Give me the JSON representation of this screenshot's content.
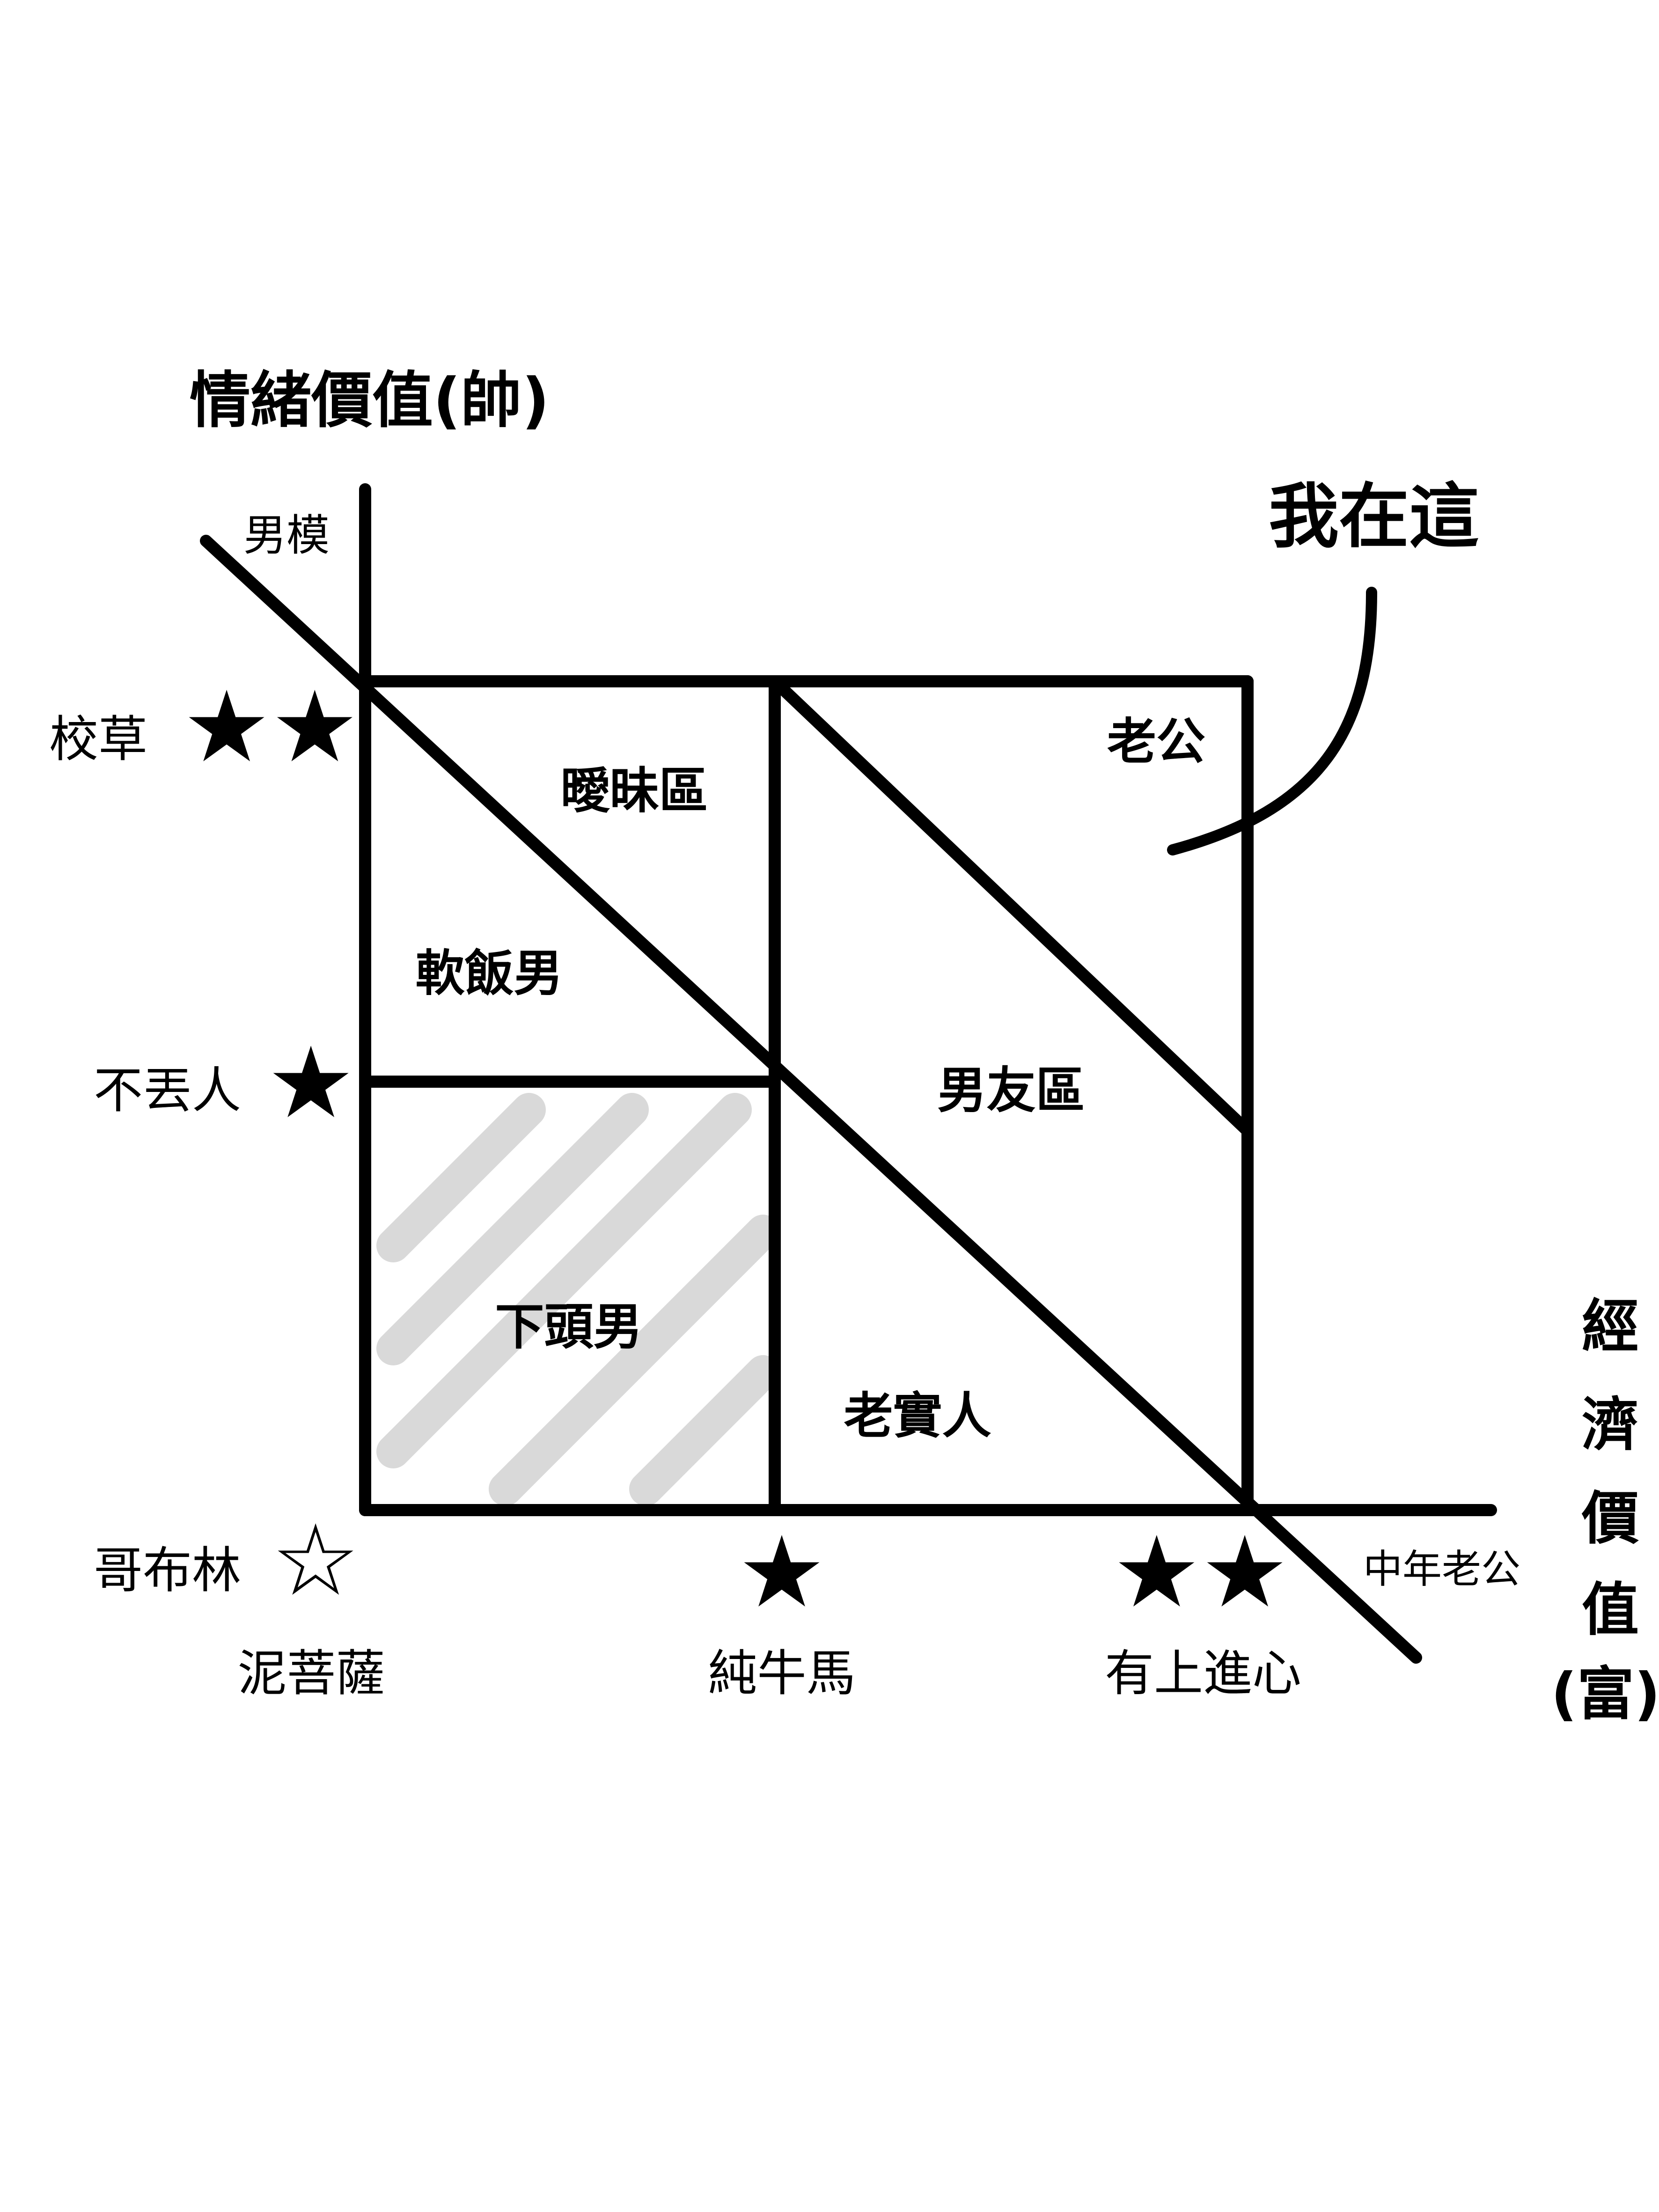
{
  "axes": {
    "y_title": "情緒價值(帥)",
    "x_title_chars": [
      "經",
      "濟",
      "價",
      "值",
      "(富)"
    ]
  },
  "y_levels": [
    {
      "label": "男模",
      "stars": ""
    },
    {
      "label": "校草",
      "stars": "★★"
    },
    {
      "label": "不丟人",
      "stars": "★"
    },
    {
      "label": "哥布林",
      "stars": "☆"
    }
  ],
  "x_levels": [
    {
      "label": "泥菩薩",
      "stars": ""
    },
    {
      "label": "純牛馬",
      "stars": "★"
    },
    {
      "label": "有上進心",
      "stars": "★★"
    },
    {
      "label": "中年老公",
      "stars": ""
    }
  ],
  "zones": {
    "ambiguous": "曖昧區",
    "gigolo": "軟飯男",
    "reject": "下頭男",
    "husband": "老公",
    "boyfriend": "男友區",
    "honest": "老實人"
  },
  "callout": "我在這",
  "colors": {
    "ink": "#000000",
    "hatch": "#d9d9d9",
    "background": "#ffffff"
  }
}
